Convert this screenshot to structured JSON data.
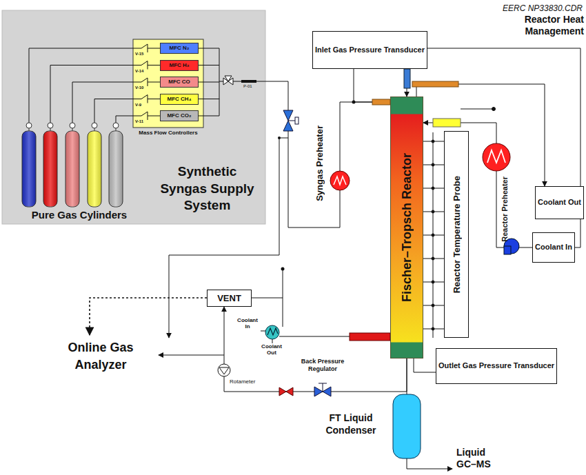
{
  "diagram": {
    "nodes": [
      {
        "text": [
          "Synthetic Syngas Supply System"
        ]
      },
      {
        "text": [
          "Mass Flow Controllers"
        ],
        "in": 0
      },
      {
        "text": [
          "MFC N₂"
        ],
        "in": 1
      },
      {
        "text": [
          "MFC H₂"
        ],
        "in": 1
      },
      {
        "text": [
          "MFC CO"
        ],
        "in": 1
      },
      {
        "text": [
          "MFC CH₄"
        ],
        "in": 1
      },
      {
        "text": [
          "MFC CO₂"
        ],
        "in": 1
      },
      {
        "text": [
          "Inlet Gas Pressure Transducer"
        ]
      },
      {
        "text": [
          "Fischer–Tropsch Reactor"
        ]
      },
      {
        "text": [
          "Reactor Temperature Probe"
        ]
      },
      {
        "text": [
          "Coolant Out"
        ]
      },
      {
        "text": [
          "Coolant In"
        ]
      },
      {
        "text": [
          "VENT"
        ]
      },
      {
        "text": [
          "Outlet Gas Pressure Transducer"
        ]
      }
    ],
    "edges": [
      {
        "from": 7,
        "to": 8,
        "arrow": "none"
      },
      {
        "from": 11,
        "to": 8,
        "arrow": "to"
      },
      {
        "from": 8,
        "to": 10,
        "arrow": "to"
      },
      {
        "from": 11,
        "to": 8,
        "arrow": "to"
      },
      {
        "from": 8,
        "to": 12,
        "arrow": "to"
      },
      {
        "from": 13,
        "to": 8,
        "arrow": "none"
      }
    ],
    "labels": [
      "EERC NP33830.CDR",
      "Reactor Heat Management",
      "Pure Gas Cylinders",
      "V-15",
      "V-14",
      "V-10",
      "V-9",
      "V-11",
      "P-01",
      "Syngas Preheater",
      "Reactor Preheater",
      "Online Gas Analyzer",
      "Coolant In",
      "Coolant Out",
      "Back Pressure Regulator",
      "Rotameter",
      "FT Liquid Condenser",
      "Liquid GC–MS"
    ]
  }
}
